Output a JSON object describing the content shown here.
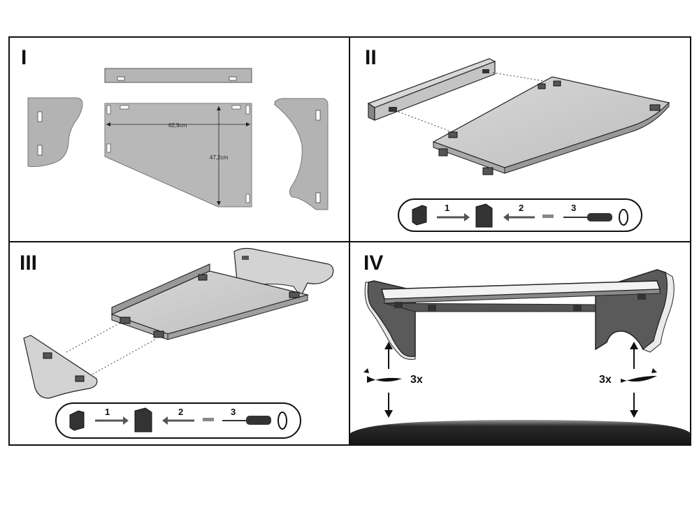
{
  "steps": [
    {
      "label": "I"
    },
    {
      "label": "II"
    },
    {
      "label": "III"
    },
    {
      "label": "IV"
    }
  ],
  "dimensions": {
    "width": "62,9cm",
    "depth": "47,2cm"
  },
  "sequence": {
    "step1": "1",
    "step2": "2",
    "step3": "3"
  },
  "multiplier": "3x",
  "colors": {
    "panel": "#b3b3b3",
    "panel_dark": "#5c5c5c",
    "outline": "#222222",
    "clear": "#cfcfcf"
  }
}
